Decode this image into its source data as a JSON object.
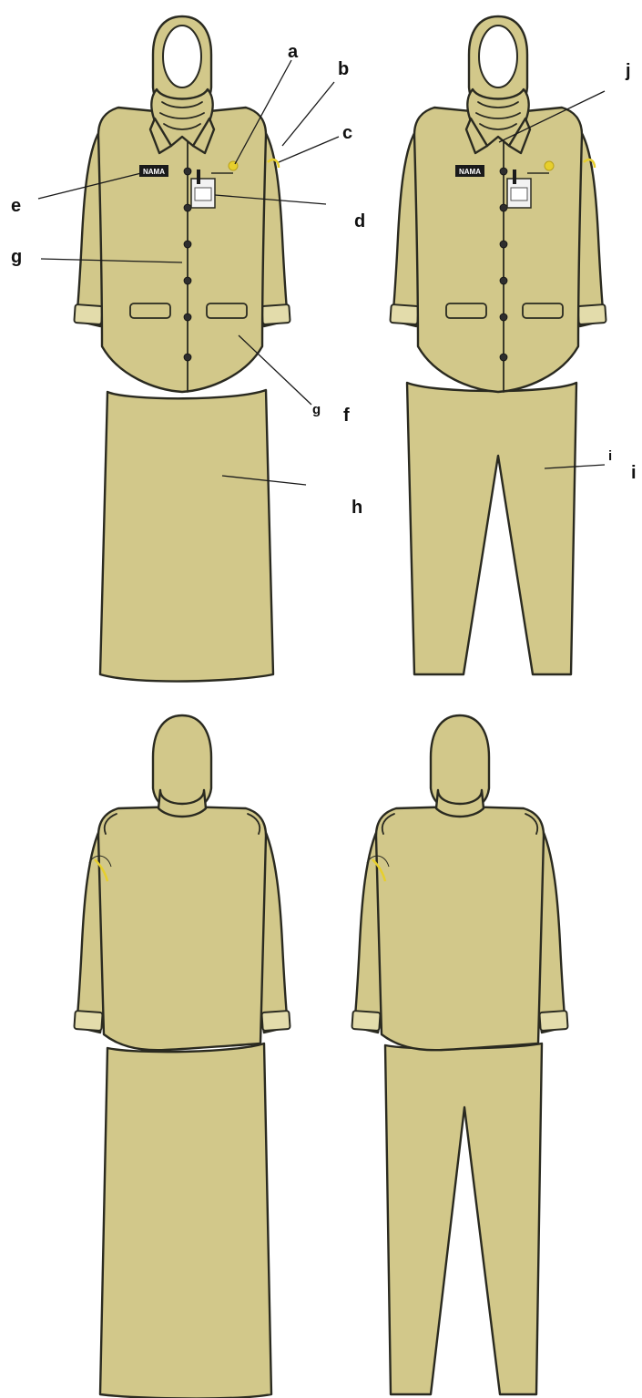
{
  "colors": {
    "fabric": "#d2c88a",
    "outline": "#2a2a20",
    "background": "#ffffff",
    "badge": "#e7cf2c",
    "nametag": "#1a1a1a"
  },
  "figures": [
    {
      "view": "front",
      "bottom": "skirt"
    },
    {
      "view": "front",
      "bottom": "trousers"
    },
    {
      "view": "back",
      "bottom": "skirt"
    },
    {
      "view": "back",
      "bottom": "trousers"
    }
  ],
  "nametag_text": "NAMA",
  "labels": {
    "a": "a",
    "b": "b",
    "c": "c",
    "d": "d",
    "e": "e",
    "f": "f",
    "g1": "g",
    "g2": "g",
    "h": "h",
    "i1": "i",
    "i2": "i",
    "j": "j"
  }
}
